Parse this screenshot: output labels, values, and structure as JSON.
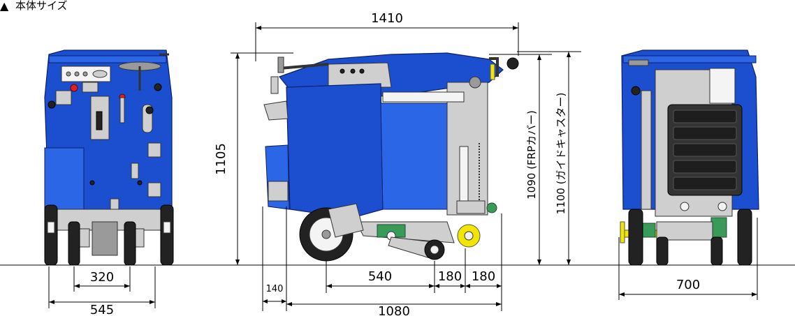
{
  "heading": {
    "marker": "▲",
    "text": "本体サイズ"
  },
  "dimensions": {
    "front_track": "320",
    "front_width": "545",
    "overall_length": "1410",
    "height_total": "1105",
    "height_frp_cover": "1090 (FRPカバー)",
    "height_guide_caster": "1100 (ガイドキャスター)",
    "offset_140": "140",
    "wheelbase_540": "540",
    "span_180_a": "180",
    "span_180_b": "180",
    "base_length": "1080",
    "rear_width": "700"
  },
  "colors": {
    "body_blue": "#1c4fd0",
    "frame_grey": "#cfcfcf",
    "caster_yellow": "#f2e600",
    "mount_green": "#3a9a5a"
  }
}
